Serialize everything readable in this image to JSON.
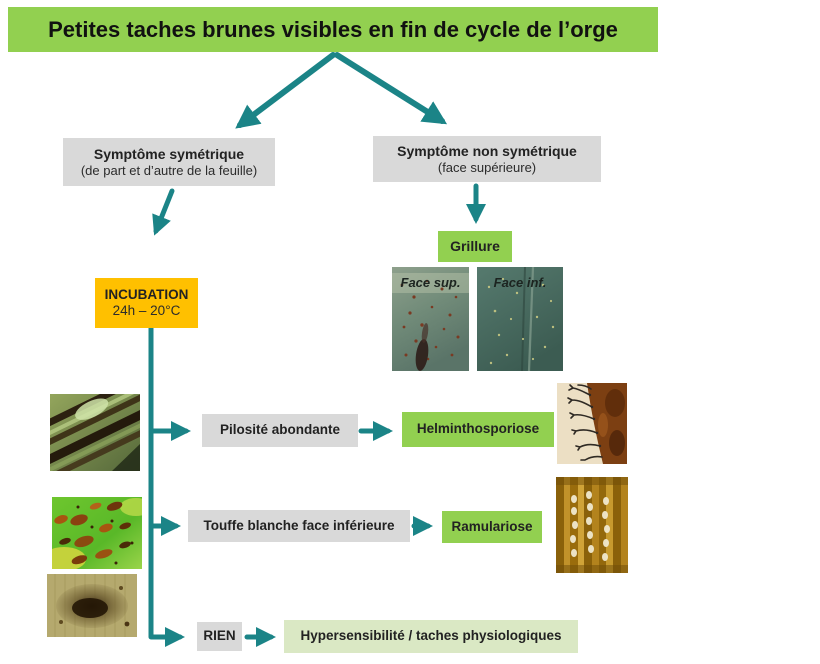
{
  "title": "Petites taches brunes visibles en fin de cycle de l’orge",
  "colors": {
    "accent_green": "#92D050",
    "pale_green": "#DAE8C4",
    "box_gray": "#D9D9D9",
    "incubation_orange": "#FFC000",
    "arrow_teal": "#1B8487"
  },
  "left_branch": {
    "symptom_box": {
      "line1": "Symptôme symétrique",
      "line2": "(de part et d’autre de la feuille)"
    },
    "incubation_box": {
      "line1": "INCUBATION",
      "line2": "24h – 20°C"
    },
    "rows": [
      {
        "condition": "Pilosité abondante",
        "diagnosis": "Helminthosporiose"
      },
      {
        "condition": "Touffe blanche face inférieure",
        "diagnosis": "Ramulariose"
      },
      {
        "condition": "RIEN",
        "diagnosis": "Hypersensibilité / taches physiologiques"
      }
    ]
  },
  "right_branch": {
    "symptom_box": {
      "line1": "Symptôme non symétrique",
      "line2": "(face supérieure)"
    },
    "diagnosis": "Grillure",
    "photo_labels": {
      "face_sup": "Face sup.",
      "face_inf": "Face inf."
    }
  },
  "photos": {
    "left_column": [
      "leaf-dark-streaks",
      "leaf-orange-spots",
      "leaf-dark-blotch"
    ],
    "grillure": [
      "grillure-face-sup",
      "grillure-face-inf"
    ],
    "right_column": [
      "pilosity-closeup",
      "white-tufts-closeup"
    ]
  }
}
